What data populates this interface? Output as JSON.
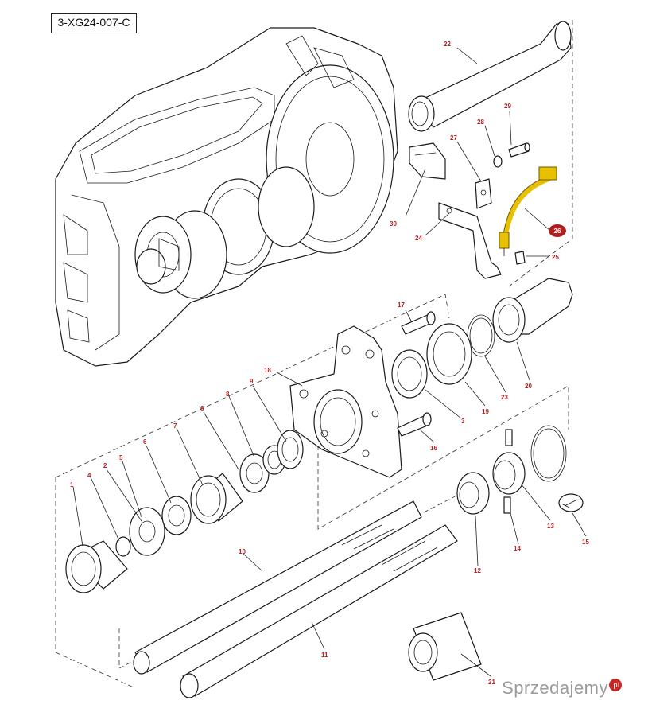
{
  "diagram": {
    "reference_code": "3-XG24-007-C",
    "highlighted_part": "26",
    "callouts": [
      {
        "id": "c1",
        "label": "1"
      },
      {
        "id": "c2",
        "label": "2"
      },
      {
        "id": "c3",
        "label": "3"
      },
      {
        "id": "c4",
        "label": "4"
      },
      {
        "id": "c5",
        "label": "5"
      },
      {
        "id": "c6a",
        "label": "6"
      },
      {
        "id": "c6b",
        "label": "6"
      },
      {
        "id": "c7",
        "label": "7"
      },
      {
        "id": "c8",
        "label": "8"
      },
      {
        "id": "c9",
        "label": "9"
      },
      {
        "id": "c10",
        "label": "10"
      },
      {
        "id": "c11",
        "label": "11"
      },
      {
        "id": "c12",
        "label": "12"
      },
      {
        "id": "c13",
        "label": "13"
      },
      {
        "id": "c14",
        "label": "14"
      },
      {
        "id": "c15",
        "label": "15"
      },
      {
        "id": "c16",
        "label": "16"
      },
      {
        "id": "c17",
        "label": "17"
      },
      {
        "id": "c18",
        "label": "18"
      },
      {
        "id": "c19",
        "label": "19"
      },
      {
        "id": "c20",
        "label": "20"
      },
      {
        "id": "c21",
        "label": "21"
      },
      {
        "id": "c22",
        "label": "22"
      },
      {
        "id": "c23",
        "label": "23"
      },
      {
        "id": "c24",
        "label": "24"
      },
      {
        "id": "c25",
        "label": "25"
      },
      {
        "id": "c27",
        "label": "27"
      },
      {
        "id": "c28",
        "label": "28"
      },
      {
        "id": "c29",
        "label": "29"
      },
      {
        "id": "c30",
        "label": "30"
      }
    ],
    "highlight_color": "#e8c000",
    "badge_color": "#b01e1e",
    "callout_color": "#b22222"
  },
  "watermark": {
    "text": "Sprzedajemy",
    "suffix": ".pl"
  }
}
